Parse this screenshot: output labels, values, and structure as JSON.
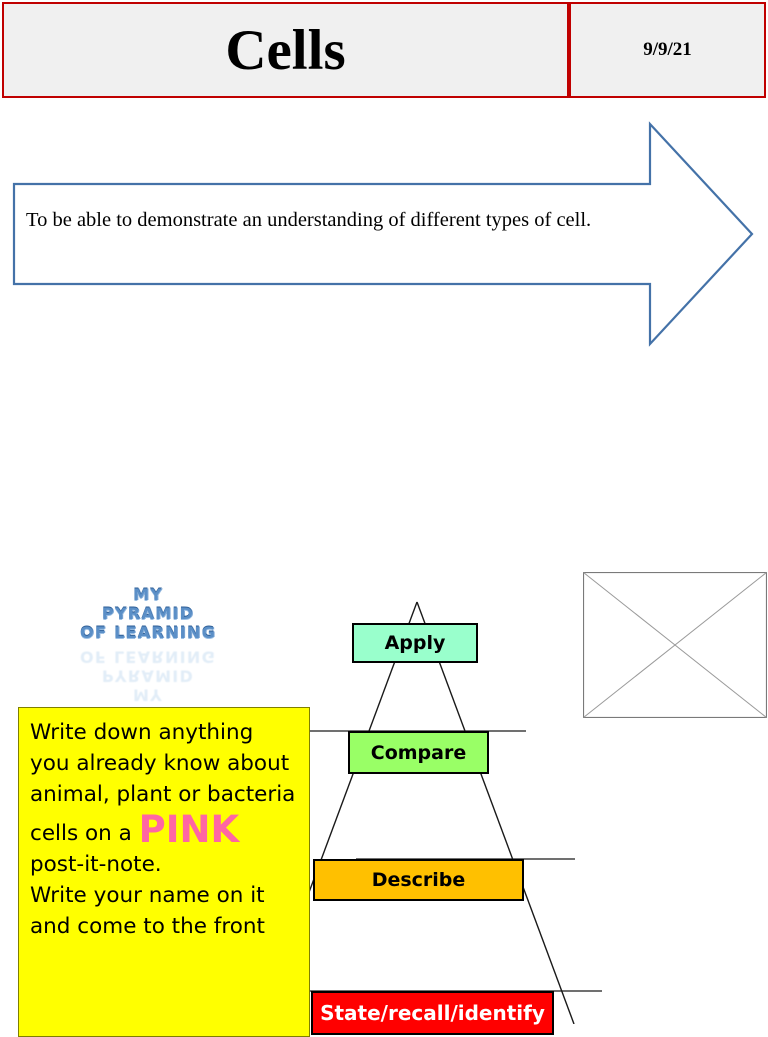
{
  "header": {
    "title": "Cells",
    "date": "9/9/21",
    "border_color": "#C00000",
    "cell_background": "#F0F0F0"
  },
  "objective": {
    "text": "To be able to demonstrate an understanding of different types of cell.",
    "arrow_outline_color": "#4472A8",
    "shape": "right-arrow-banner"
  },
  "wordart": {
    "line1": "MY",
    "line2": "PYRAMID",
    "line3": "OF LEARNING",
    "color": "#5B8FC7"
  },
  "pyramid": {
    "tiers": [
      {
        "label": "Apply",
        "color": "#99FFCC",
        "text_color": "#000000"
      },
      {
        "label": "Compare",
        "color": "#99FF66",
        "text_color": "#000000"
      },
      {
        "label": "Describe",
        "color": "#FFC000",
        "text_color": "#000000"
      },
      {
        "label": "State/recall/identify",
        "color": "#FF0000",
        "text_color": "#FFFFFF"
      }
    ]
  },
  "image_placeholder": {
    "icon": "missing-image-placeholder",
    "border_color": "#808080"
  },
  "note": {
    "paragraph_1_before": "Write down anything you already know about animal, plant or bacteria cells on a ",
    "emphasis": "PINK",
    "paragraph_1_after": " post-it-note.",
    "paragraph_2": "Write your name on it and come to the front",
    "background": "#FFFF00",
    "emphasis_color": "#FF66A3"
  }
}
